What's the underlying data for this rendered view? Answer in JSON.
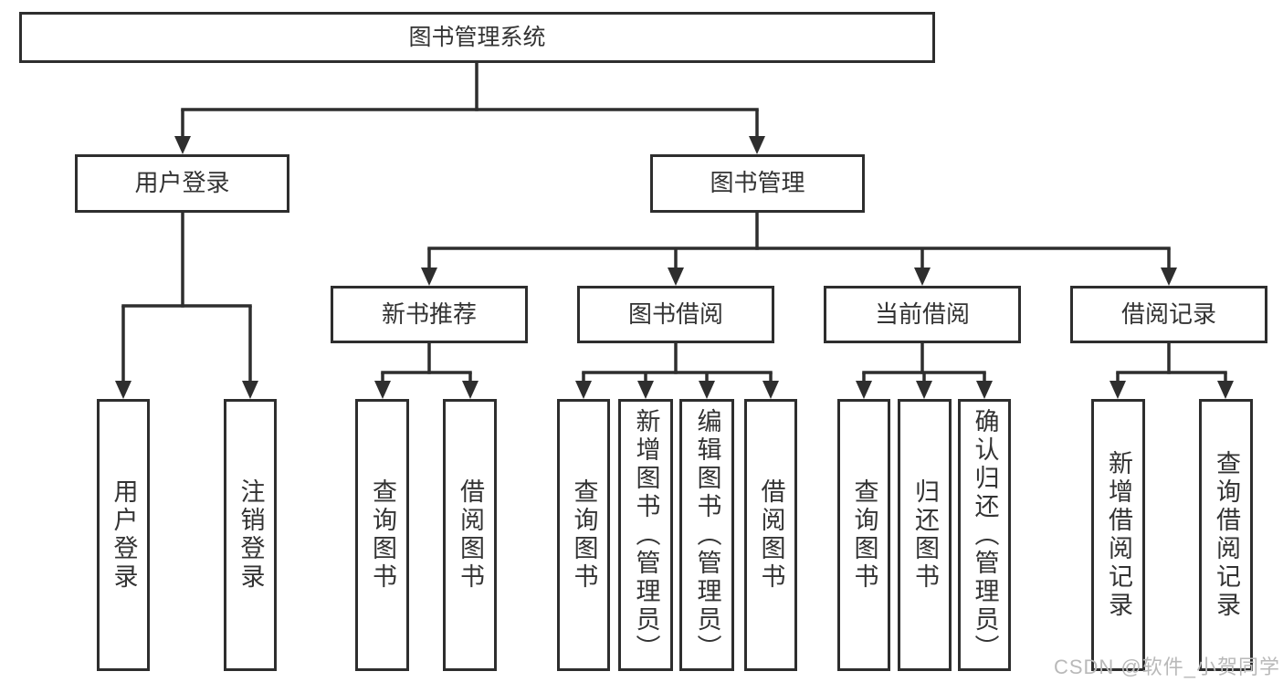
{
  "nodes": {
    "root": "图书管理系统",
    "user_login": {
      "label": "用户登录",
      "children": [
        "用户登录",
        "注销登录"
      ]
    },
    "book_mgmt": {
      "label": "图书管理",
      "children": [
        {
          "label": "新书推荐",
          "children": [
            "查询图书",
            "借阅图书"
          ]
        },
        {
          "label": "图书借阅",
          "children": [
            "查询图书",
            "新增图书（管理员）",
            "编辑图书（管理员）",
            "借阅图书"
          ]
        },
        {
          "label": "当前借阅",
          "children": [
            "查询图书",
            "归还图书",
            "确认归还（管理员）"
          ]
        },
        {
          "label": "借阅记录",
          "children": [
            "新增借阅记录",
            "查询借阅记录"
          ]
        }
      ]
    }
  },
  "watermark": "CSDN @软件_小贺同学",
  "colors": {
    "line": "#2e2e2e",
    "box_border": "#2e2e2e",
    "text": "#333333",
    "watermark": "#b9b9b9",
    "background": "#ffffff"
  }
}
